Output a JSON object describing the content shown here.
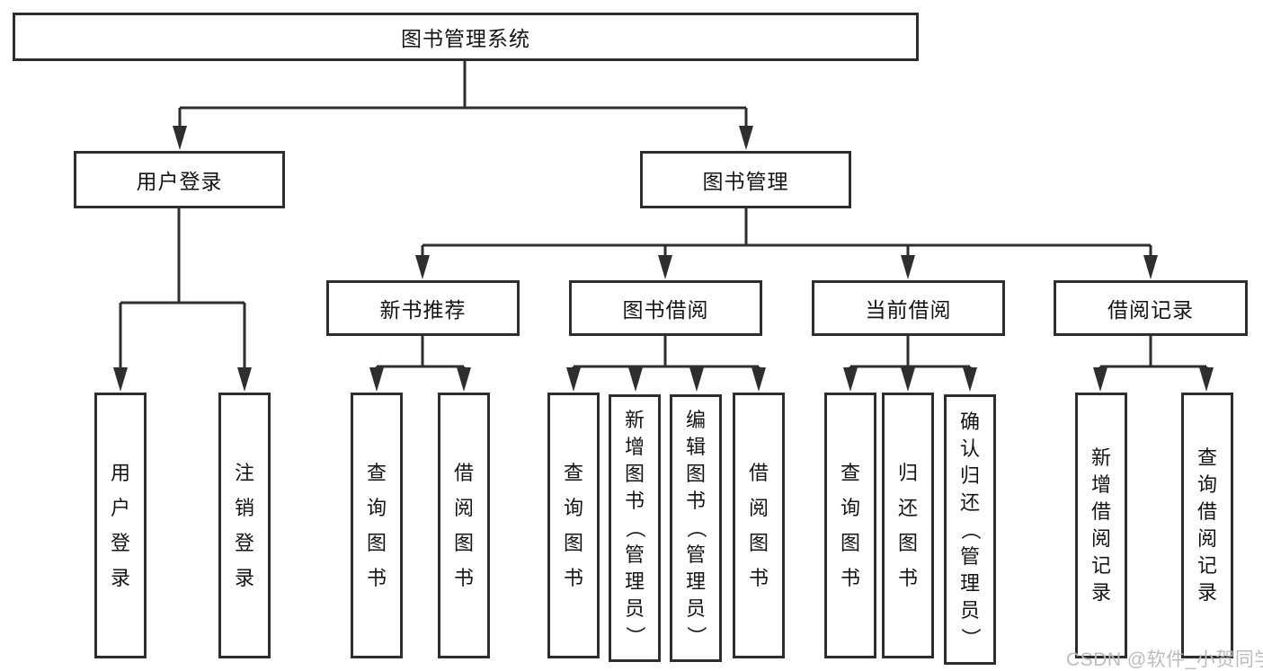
{
  "diagram": {
    "colors": {
      "line": "#2e2e2e",
      "text": "#141414",
      "background": "#ffffff",
      "watermark": "#bcbcbc"
    },
    "watermark": "CSDN @软件_小贺同学",
    "tree": {
      "label": "图书管理系统",
      "children": [
        {
          "label": "用户登录",
          "children": [
            {
              "label": "用户登录"
            },
            {
              "label": "注销登录"
            }
          ]
        },
        {
          "label": "图书管理",
          "children": [
            {
              "label": "新书推荐",
              "children": [
                {
                  "label": "查询图书"
                },
                {
                  "label": "借阅图书"
                }
              ]
            },
            {
              "label": "图书借阅",
              "children": [
                {
                  "label": "查询图书"
                },
                {
                  "label": "新增图书（管理员）"
                },
                {
                  "label": "编辑图书（管理员）"
                },
                {
                  "label": "借阅图书"
                }
              ]
            },
            {
              "label": "当前借阅",
              "children": [
                {
                  "label": "查询图书"
                },
                {
                  "label": "归还图书"
                },
                {
                  "label": "确认归还（管理员）"
                }
              ]
            },
            {
              "label": "借阅记录",
              "children": [
                {
                  "label": "新增借阅记录"
                },
                {
                  "label": "查询借阅记录"
                }
              ]
            }
          ]
        }
      ]
    }
  }
}
